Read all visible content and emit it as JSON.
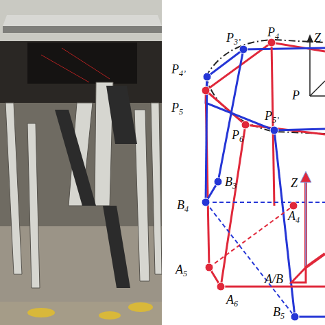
{
  "diagram": {
    "labels": [
      "P4",
      "P3’",
      "Z",
      "P4’",
      "P",
      "P5",
      "P5’",
      "P6",
      "Z",
      "A4",
      "B3",
      "B4",
      "A/B",
      "A5",
      "A6",
      "B5"
    ]
  }
}
